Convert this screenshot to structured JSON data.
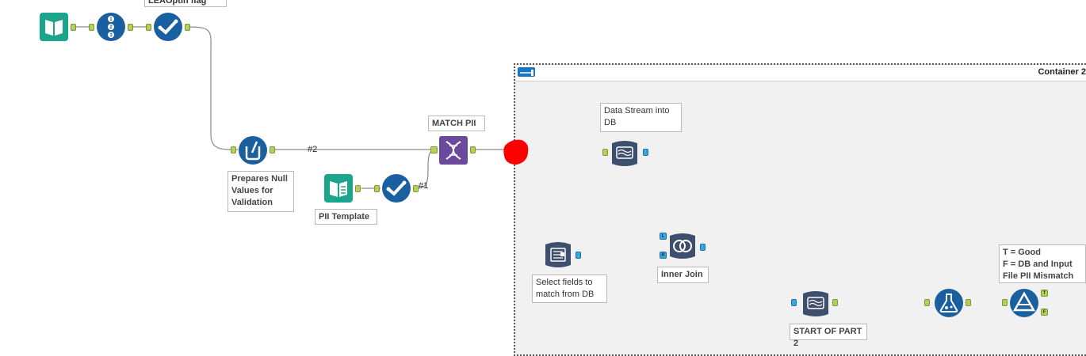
{
  "workflow": {
    "top_annotation": "LEAOptIn flag",
    "prepares_null_annotation": "Prepares Null Values for Validation",
    "pii_template_annotation": "PII Template",
    "match_pii_annotation": "MATCH PII",
    "connection_labels": {
      "c2": "#2",
      "c1": "#1"
    }
  },
  "container": {
    "title": "Container 2",
    "annotations": {
      "data_stream": "Data Stream into DB",
      "select_fields": "Select fields to match from DB",
      "inner_join": "Inner Join",
      "start_part2": "START OF PART 2",
      "filter_note": "T = Good\nF = DB and Input File PII Mismatch"
    },
    "join_anchor_labels": {
      "left": "L",
      "right": "R"
    },
    "filter_anchor_labels": {
      "true": "T",
      "false": "F"
    }
  },
  "colors": {
    "input_green": "#1ba58c",
    "blue_tool": "#1a5fa0",
    "purple_tool": "#6b4a9e",
    "db_tool": "#3d4f6c",
    "container_bg": "#f1f1f1",
    "annotation_red": "#ff0000"
  },
  "icons": {
    "input": "book-icon",
    "record_id": "numbered-list-icon",
    "select": "checkmark-icon",
    "formula": "beaker-icon",
    "match": "dna-icon",
    "in_db_stream_in": "database-stream-icon",
    "in_db_join": "database-join-icon",
    "in_db_select": "database-select-icon",
    "test": "flask-icon",
    "filter": "filter-triangle-icon"
  }
}
